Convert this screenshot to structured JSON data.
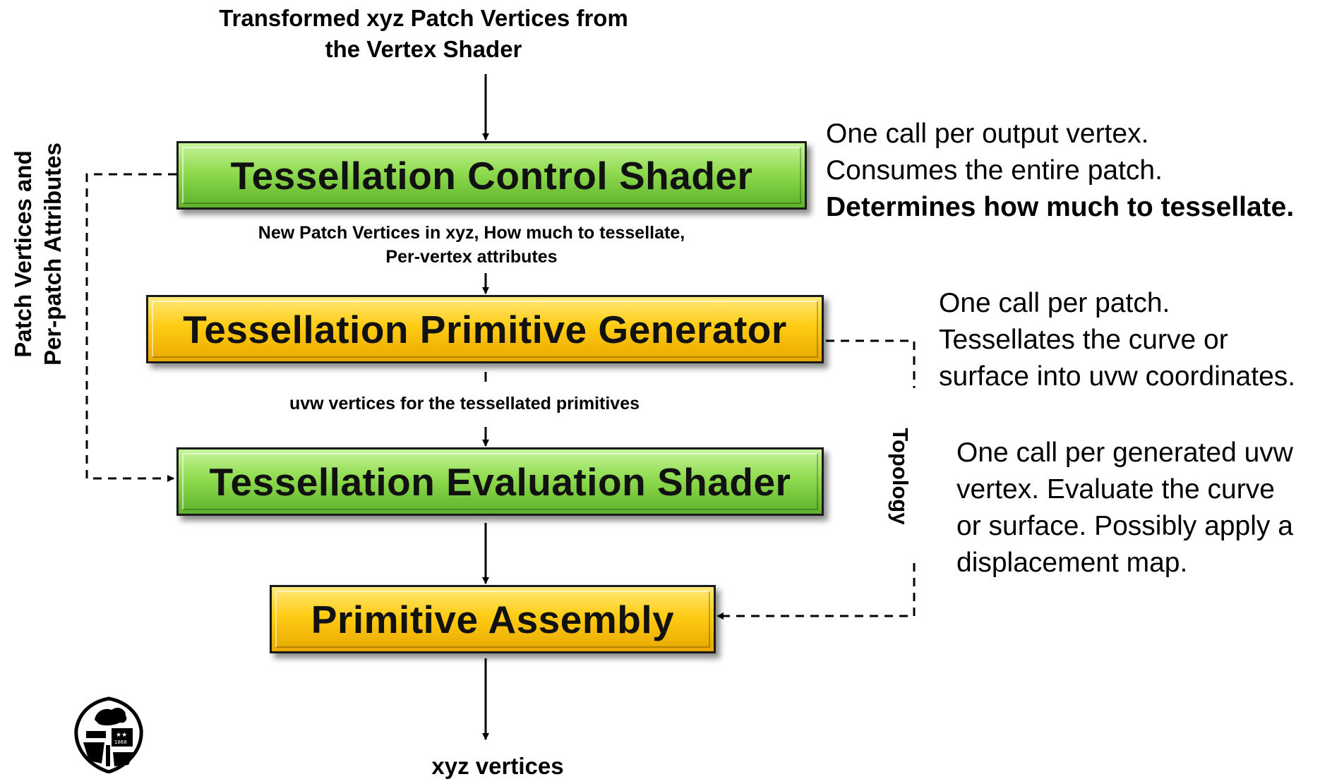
{
  "input_label": [
    "Transformed xyz Patch Vertices from",
    "the Vertex Shader"
  ],
  "output_label": "xyz vertices",
  "stages": {
    "tcs": "Tessellation Control Shader",
    "tpg": "Tessellation Primitive Generator",
    "tes": "Tessellation Evaluation Shader",
    "pa": "Primitive Assembly"
  },
  "edge_labels": {
    "tcs_to_tpg": [
      "New Patch Vertices in xyz, How much to tessellate,",
      "Per-vertex attributes"
    ],
    "tpg_to_tes": "uvw vertices for the tessellated primitives",
    "left_bypass": [
      "Patch Vertices and",
      "Per-patch Attributes"
    ],
    "topology": "Topology"
  },
  "notes": {
    "tcs": [
      "One call per output vertex.",
      "Consumes the entire patch.",
      "Determines how much to tessellate."
    ],
    "tpg": [
      "One call per patch.",
      "Tessellates the curve or",
      "surface into uvw coordinates."
    ],
    "tes": [
      "One call per generated uvw",
      "vertex. Evaluate the curve",
      "or surface. Possibly apply a",
      "displacement map."
    ]
  },
  "colors": {
    "shader_stage": "#8fdb4f",
    "fixed_function_stage": "#ffcc14",
    "stage_text": "#111111",
    "line": "#000000"
  },
  "logo": "university-seal-logo"
}
